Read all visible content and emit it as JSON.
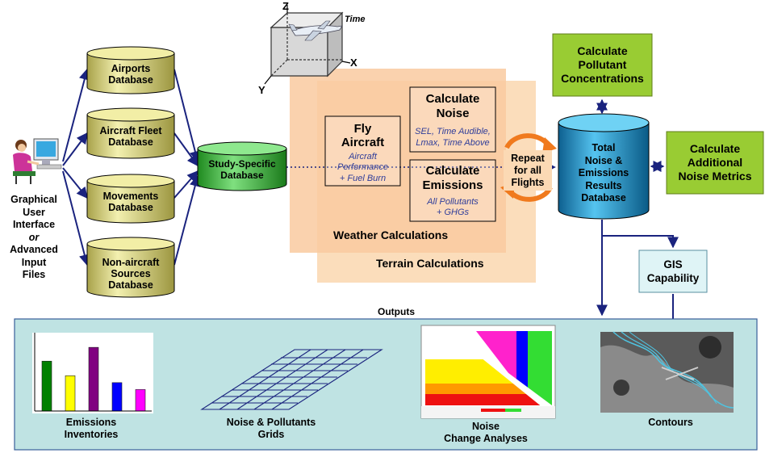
{
  "input": {
    "label_line1": "Graphical",
    "label_line2": "User",
    "label_line3": "Interface",
    "label_or": "or",
    "label_line4": "Advanced",
    "label_line5": "Input",
    "label_line6": "Files"
  },
  "databases": {
    "airports": "Airports\nDatabase",
    "fleet": "Aircraft Fleet\nDatabase",
    "movements": "Movements\nDatabase",
    "nonaircraft": "Non-aircraft\nSources\nDatabase",
    "study": "Study-Specific\nDatabase",
    "results": "Total\nNoise &\nEmissions\nResults\nDatabase"
  },
  "cube": {
    "z": "Z",
    "x": "X",
    "y": "Y",
    "time": "Time"
  },
  "process": {
    "fly_title": "Fly\nAircraft",
    "fly_sub": "Aircraft\nPerformance\n+ Fuel Burn",
    "noise_title": "Calculate\nNoise",
    "noise_sub": "SEL, Time Audible,\nLmax, Time Above",
    "emis_title": "Calculate\nEmissions",
    "emis_sub": "All Pollutants\n+ GHGs",
    "weather": "Weather Calculations",
    "terrain": "Terrain Calculations",
    "repeat": "Repeat\nfor all\nFlights"
  },
  "side_boxes": {
    "pollutant": "Calculate\nPollutant\nConcentrations",
    "metrics": "Calculate\nAdditional\nNoise Metrics",
    "gis": "GIS\nCapability"
  },
  "outputs": {
    "title": "Outputs",
    "emissions": "Emissions\nInventories",
    "grids": "Noise & Pollutants\nGrids",
    "change": "Noise\nChange Analyses",
    "contours": "Contours"
  },
  "chart_data": {
    "type": "bar",
    "categories": [
      "",
      "",
      "",
      "",
      ""
    ],
    "values": [
      65,
      46,
      83,
      37,
      28
    ],
    "colors": [
      "#008000",
      "#ffff00",
      "#800080",
      "#0000ff",
      "#ff00ff"
    ],
    "ylim": [
      0,
      100
    ]
  },
  "colors": {
    "db_yellow": "#e6e28a",
    "db_green": "#33b533",
    "db_blue": "#1e8fc8",
    "green_box": "#99cc33",
    "arrow": "#1a237e",
    "orange": "#f07a1e",
    "outputs_bg": "#bfe3e3"
  }
}
